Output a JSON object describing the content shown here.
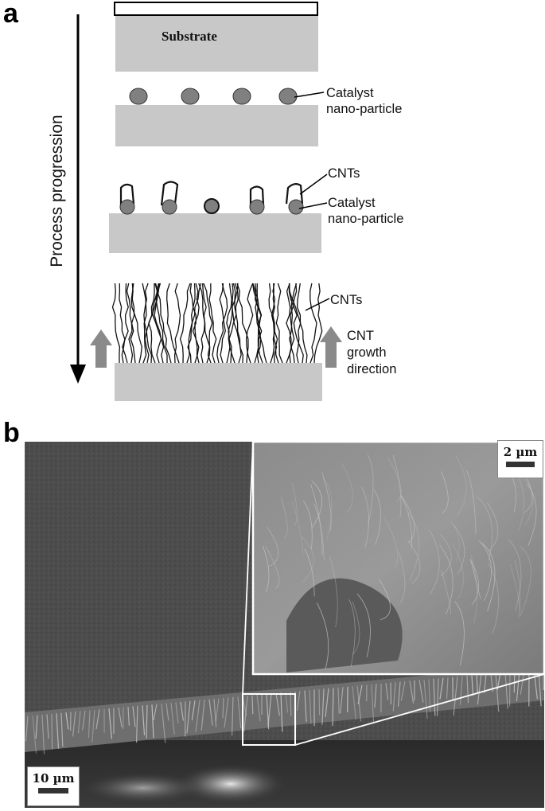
{
  "panel_a": {
    "letter": "a",
    "process_label": "Process progression",
    "substrate_label": "Substrate",
    "stage2_label_line1": "Catalyst",
    "stage2_label_line2": "nano-particle",
    "stage3_cnt_label": "CNTs",
    "stage3_catalyst_line1": "Catalyst",
    "stage3_catalyst_line2": "nano-particle",
    "stage4_cnt_label": "CNTs",
    "growth_line1": "CNT",
    "growth_line2": "growth",
    "growth_line3": "direction"
  },
  "panel_b": {
    "letter": "b",
    "scale_main": "10 µm",
    "scale_inset": "2 µm"
  },
  "colors": {
    "substrate": "#c8c8c8",
    "particle": "#7a7a7a",
    "arrow_gray": "#8a8a8a"
  }
}
